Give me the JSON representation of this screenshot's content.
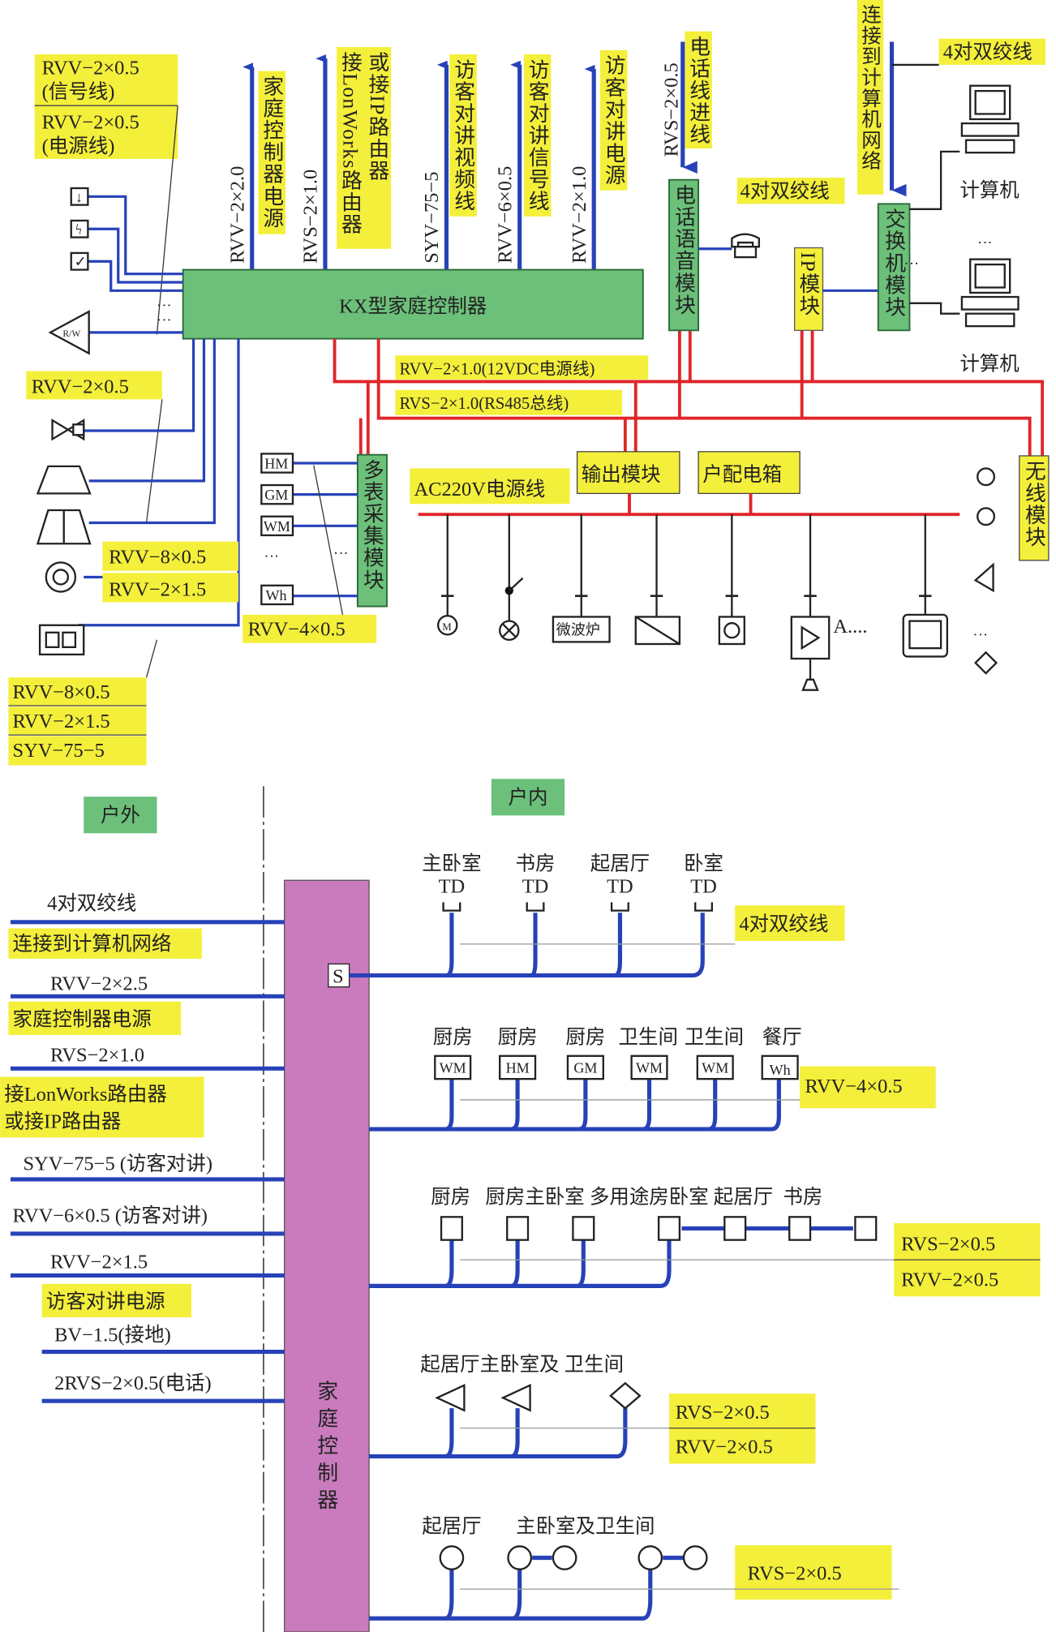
{
  "colors": {
    "label_bg": "#f4ef3a",
    "module_bg": "#6cc07a",
    "controller_bg": "#c97bbd",
    "signal_line": "#2742b8",
    "bus_line": "#e0262a"
  },
  "top": {
    "legend": [
      "RVV−2×0.5",
      "(信号线)",
      "RVV−2×0.5",
      "(电源线)"
    ],
    "controller": "KX型家庭控制器",
    "uplinks": [
      {
        "cable": "RVV−2×2.0",
        "label": [
          "家庭控制器电源"
        ]
      },
      {
        "cable": "RVS−2×1.0",
        "label": [
          "接LonWorks路由器",
          "或接IP路由器"
        ]
      },
      {
        "cable": "SYV−75−5",
        "label": [
          "访客对讲视频线"
        ]
      },
      {
        "cable": "RVV−6×0.5",
        "label": [
          "访客对讲信号线"
        ]
      },
      {
        "cable": "RVV−2×1.0",
        "label": [
          "访客对讲电源"
        ]
      }
    ],
    "phone": {
      "cable": "RVS−2×0.5",
      "label": "电话线进线",
      "module": "电话语音模块"
    },
    "twisted_pair_mid": "4对双绞线",
    "twisted_pair_right": "4对双绞线",
    "ip_module": "IP模块",
    "network_label": "连接到计算机网络",
    "switch_module": "交换机模块",
    "computers": [
      "计算机",
      "计算机"
    ],
    "rw_label": "R/W",
    "rvv_left": "RVV−2×0.5",
    "rvv_mid": [
      "RVV−8×0.5",
      "RVV−2×1.5"
    ],
    "dc_bus": "RVV−2×1.0(12VDC电源线)",
    "rs485_bus": "RVS−2×1.0(RS485总线)",
    "meter_module": "多表采集模块",
    "meters": [
      "HM",
      "GM",
      "WM",
      "Wh"
    ],
    "rvv_meter": "RVV−4×0.5",
    "ac_label": "AC220V电源线",
    "output_module": "输出模块",
    "distribution_box": "户配电箱",
    "wireless_module": "无线模块",
    "microwave": "微波炉",
    "amp_label": "A....",
    "bottom_legend": [
      "RVV−8×0.5",
      "RVV−2×1.5",
      "SYV−75−5"
    ]
  },
  "bottom": {
    "outdoor": "户外",
    "indoor": "户内",
    "controller": "家庭控制器",
    "switch_symbol": "S",
    "left_cables": [
      {
        "cable": "4对双绞线",
        "note": [
          "连接到计算机网络"
        ]
      },
      {
        "cable": "RVV−2×2.5",
        "note": [
          "家庭控制器电源"
        ]
      },
      {
        "cable": "RVS−2×1.0",
        "note": [
          "接LonWorks路由器",
          "或接IP路由器"
        ]
      },
      {
        "cable": "SYV−75−5 (访客对讲)",
        "note": []
      },
      {
        "cable": "RVV−6×0.5 (访客对讲)",
        "note": []
      },
      {
        "cable": "RVV−2×1.5",
        "note": [
          "访客对讲电源"
        ]
      },
      {
        "cable": "BV−1.5(接地)",
        "note": []
      },
      {
        "cable": "2RVS−2×0.5(电话)",
        "note": []
      }
    ],
    "row1": {
      "rooms": [
        "主卧室",
        "书房",
        "起居厅",
        "卧室"
      ],
      "outlet": "TD",
      "cable": "4对双绞线"
    },
    "row2": {
      "rooms": [
        "厨房",
        "厨房",
        "厨房",
        "卫生间",
        "卫生间",
        "餐厅"
      ],
      "meters": [
        "WM",
        "HM",
        "GM",
        "WM",
        "WM",
        "Wh"
      ],
      "cable": "RVV−4×0.5"
    },
    "row3": {
      "rooms": "厨房   厨房主卧室 多用途房卧室 起居厅  书房",
      "cables": [
        "RVS−2×0.5",
        "RVV−2×0.5"
      ]
    },
    "row4": {
      "rooms": "起居厅主卧室及 卫生间",
      "cables": [
        "RVS−2×0.5",
        "RVV−2×0.5"
      ]
    },
    "row5": {
      "rooms": [
        "起居厅",
        "主卧室及卫生间"
      ],
      "cable": "RVS−2×0.5"
    }
  }
}
